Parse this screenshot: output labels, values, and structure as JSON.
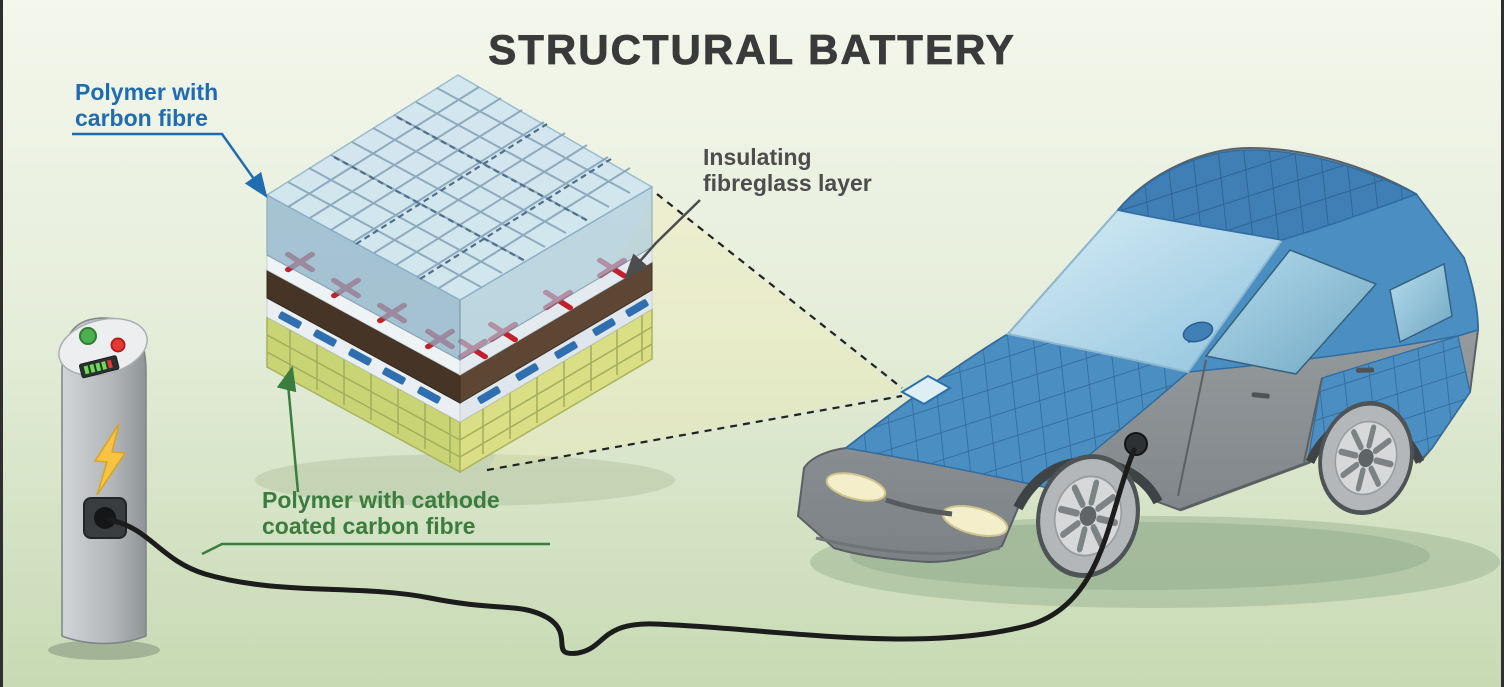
{
  "title": "STRUCTURAL BATTERY",
  "labels": {
    "polymer_carbon_fibre": {
      "line1": "Polymer with",
      "line2": "carbon fibre"
    },
    "insulating_fibreglass": {
      "line1": "Insulating",
      "line2": "fibreglass layer"
    },
    "cathode_carbon_fibre": {
      "line1": "Polymer with cathode",
      "line2": "coated carbon fibre"
    }
  },
  "icons": {
    "lightning_bolt": "charging-power-indicator",
    "green_button": "charger-status-on",
    "red_button": "charger-status-off",
    "red_x_markers": "cathode-layer-markers",
    "blue_dash_markers": "anode-layer-markers"
  },
  "colors": {
    "background_top": "#f4f7ec",
    "background_bottom": "#c7dab3",
    "title_text": "#3a3a3a",
    "label_blue": "#1f6cb0",
    "label_gray": "#4d4d4d",
    "label_green": "#3a7d3f",
    "car_blue": "#4a8ec2",
    "car_gray": "#8e9599",
    "windshield_blue": "#b9dcea",
    "layer_top_polymer": "#bcd6e8",
    "layer_insulation_brown": "#4a3a2e",
    "layer_cathode_yellow": "#cdd877",
    "red_marker": "#c3202a",
    "dash_blue": "#2f6fb0",
    "cable_black": "#1c1c1c",
    "bolt_yellow": "#f6c344",
    "button_green": "#4caf50",
    "button_red": "#e53935"
  }
}
